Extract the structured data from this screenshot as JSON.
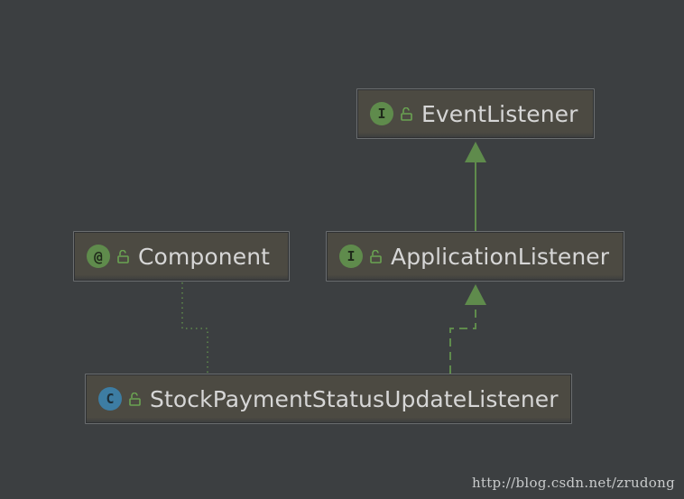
{
  "nodes": {
    "event_listener": {
      "label": "EventListener",
      "badge": "I",
      "kind": "interface",
      "icon": "interface-icon"
    },
    "component": {
      "label": "Component",
      "badge": "@",
      "kind": "annotation",
      "icon": "annotation-icon"
    },
    "application_listener": {
      "label": "ApplicationListener",
      "badge": "I",
      "kind": "interface",
      "icon": "interface-icon"
    },
    "stock_payment": {
      "label": "StockPaymentStatusUpdateListener",
      "badge": "C",
      "kind": "class",
      "icon": "class-icon"
    }
  },
  "edges": [
    {
      "from": "application_listener",
      "to": "event_listener",
      "style": "solid-extends"
    },
    {
      "from": "stock_payment",
      "to": "application_listener",
      "style": "dashed-implements"
    },
    {
      "from": "stock_payment",
      "to": "component",
      "style": "dotted-annotation"
    }
  ],
  "watermark": "http://blog.csdn.net/zrudong",
  "colors": {
    "background": "#3c3f41",
    "node_fill": "#4c4a42",
    "node_border": "#6b6e70",
    "edge_green": "#5f8b4c",
    "text": "#d6d6d6"
  }
}
